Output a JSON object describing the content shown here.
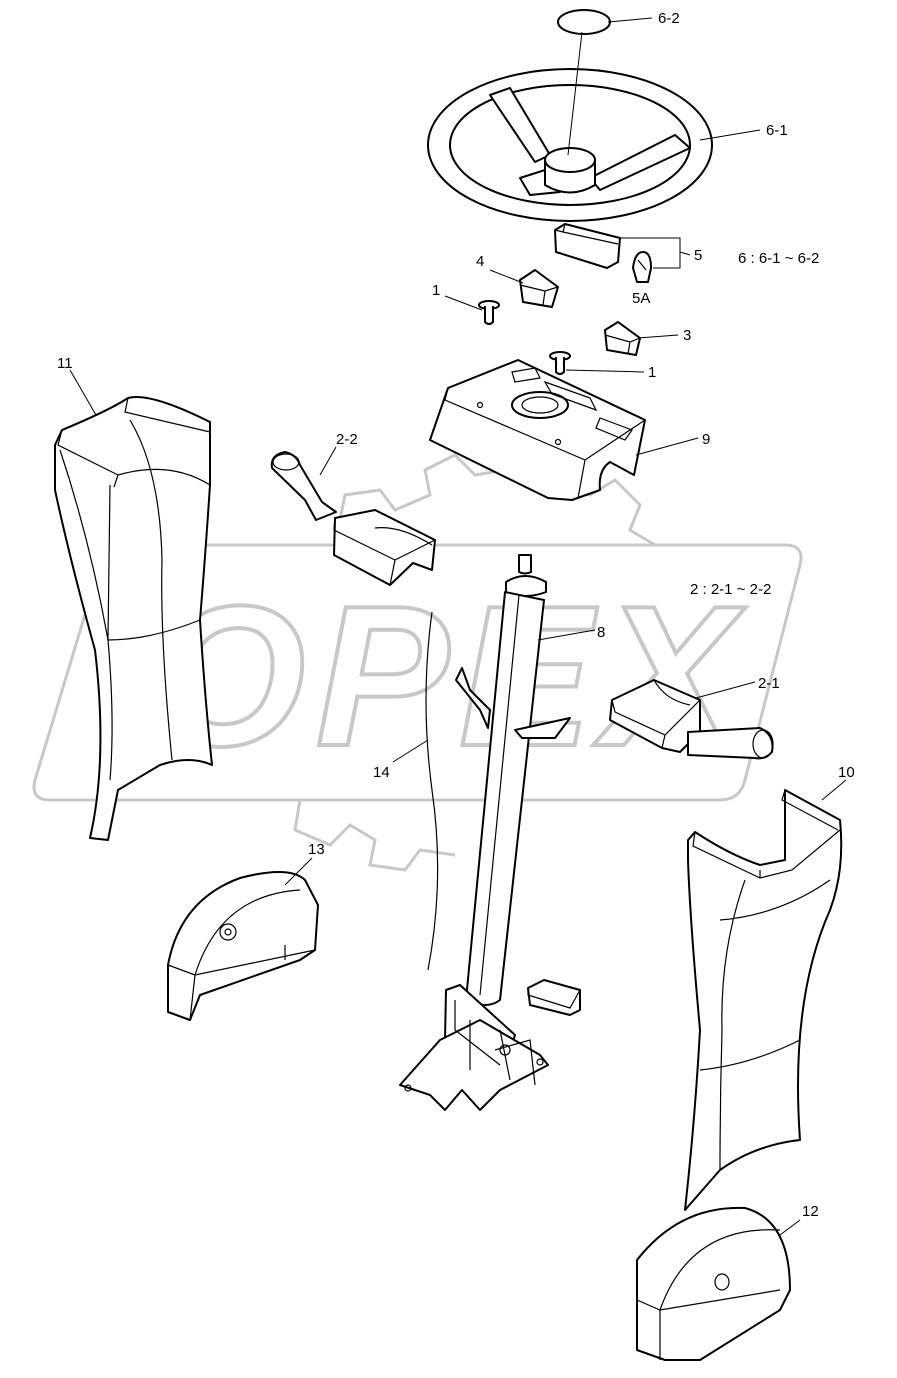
{
  "watermark": {
    "text": "OPEX",
    "color": "#cfcfcf"
  },
  "corner_mark": "",
  "notes": [
    {
      "id": "note-6",
      "text": "6 : 6-1 ~ 6-2"
    },
    {
      "id": "note-2",
      "text": "2 : 2-1 ~ 2-2"
    }
  ],
  "callouts": [
    {
      "id": "c-6-2",
      "text": "6-2"
    },
    {
      "id": "c-6-1",
      "text": "6-1"
    },
    {
      "id": "c-5",
      "text": "5"
    },
    {
      "id": "c-5a",
      "text": "5A"
    },
    {
      "id": "c-4",
      "text": "4"
    },
    {
      "id": "c-1a",
      "text": "1"
    },
    {
      "id": "c-3",
      "text": "3"
    },
    {
      "id": "c-1b",
      "text": "1"
    },
    {
      "id": "c-9",
      "text": "9"
    },
    {
      "id": "c-11",
      "text": "11"
    },
    {
      "id": "c-2-2",
      "text": "2-2"
    },
    {
      "id": "c-8",
      "text": "8"
    },
    {
      "id": "c-2-1",
      "text": "2-1"
    },
    {
      "id": "c-14",
      "text": "14"
    },
    {
      "id": "c-10",
      "text": "10"
    },
    {
      "id": "c-13",
      "text": "13"
    },
    {
      "id": "c-12",
      "text": "12"
    }
  ]
}
